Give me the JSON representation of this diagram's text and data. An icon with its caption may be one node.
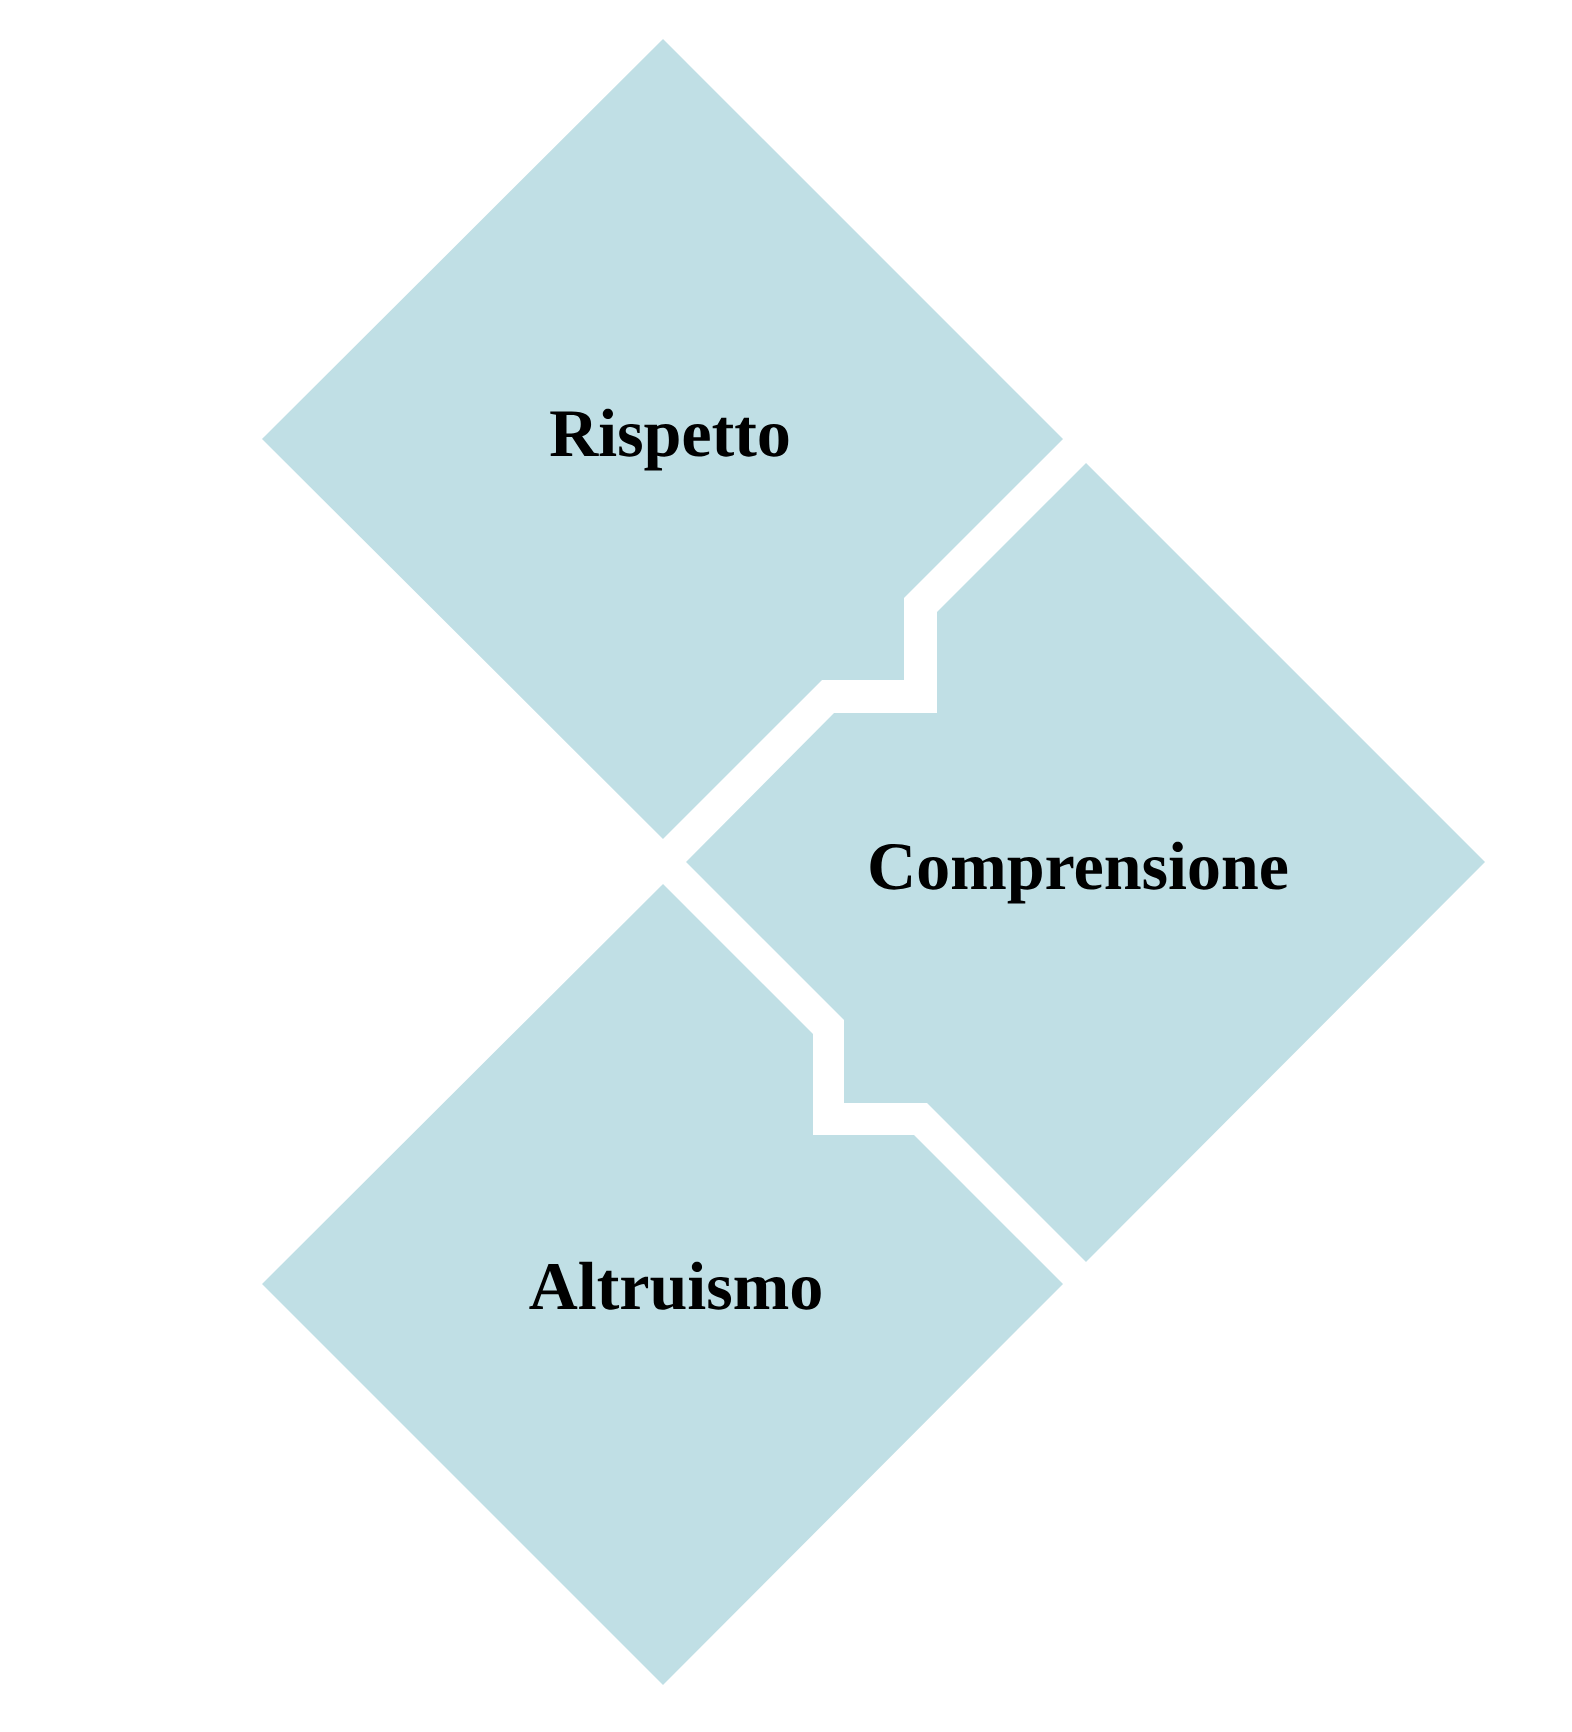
{
  "diagram": {
    "nodes": [
      {
        "text": [
          "Rispetto"
        ]
      },
      {
        "text": [
          "Comprensione"
        ]
      },
      {
        "text": [
          "Altruismo"
        ]
      }
    ]
  }
}
